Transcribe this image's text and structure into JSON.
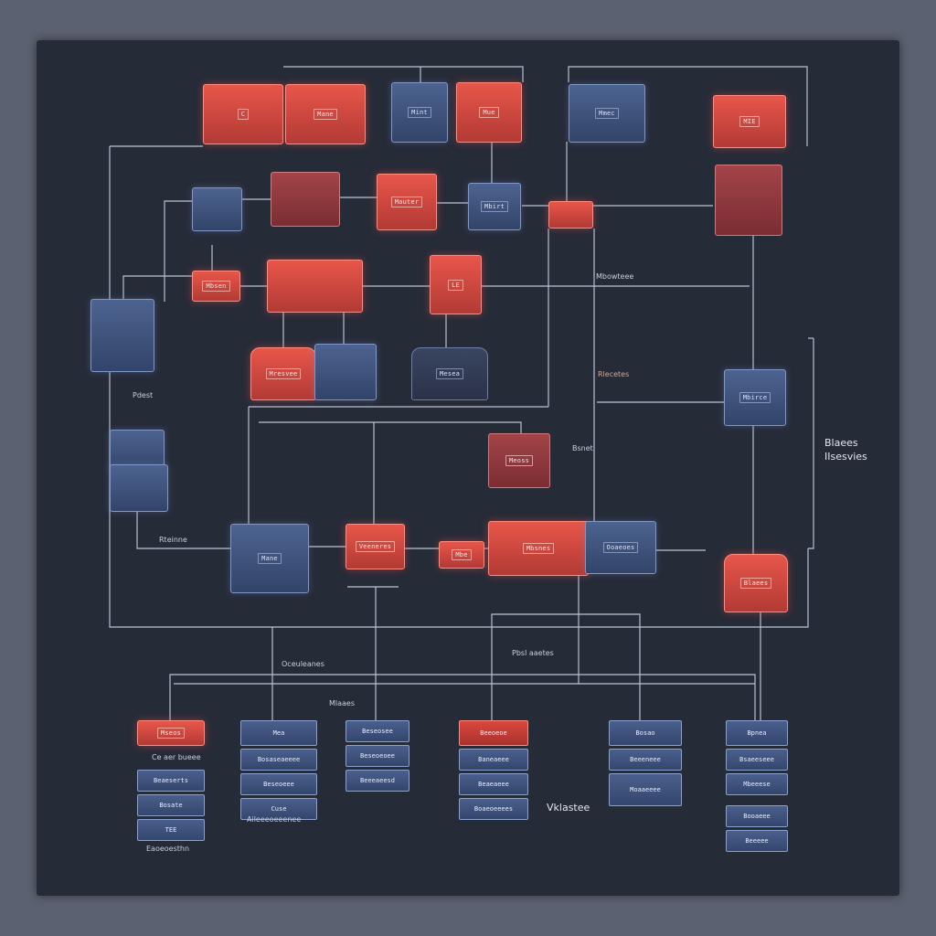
{
  "colors": {
    "background": "#5b6170",
    "panel": "#262b38",
    "red": "#e8564a",
    "blue": "#4d6390",
    "wire": "#b9c2d3"
  },
  "nodes": {
    "n1": "C",
    "n2": "Mane",
    "n3": "Mint",
    "n4": "Mue",
    "n5": "Mmec",
    "n6": "MIE",
    "n7": "",
    "n8": "",
    "n9": "Mauter",
    "n10": "Mbirt",
    "n11": "",
    "n12": "",
    "n13": "LE",
    "n14": "",
    "n15": "Mbsen",
    "n16": "",
    "n17": "Mresvee",
    "n18": "",
    "n19": "Mesea",
    "n20": "Mbirce",
    "n21": "",
    "n22": "Meoss",
    "n23": "",
    "n24": "Mane",
    "n25": "Veeneres",
    "n26": "Mbe"
  },
  "labels": {
    "l1": "Blaees",
    "l2": "Pdest",
    "l3": "Mbowteee",
    "l4": "Rlecetes",
    "l5": "Bsnet",
    "l6": "IIsesvies",
    "l7": "Rteinne",
    "l8": "Oceuleanes",
    "l9": "Pbsl aaetes",
    "l10": "Mlaaes",
    "l11": "Vklastee",
    "l12": "Ce aer bueee",
    "l13": "Eaoeoesthn",
    "l14": "Aileeeoeeenee",
    "l15": "Mbsnes",
    "l16": "Ooaeoes"
  },
  "columns": {
    "c1": [
      "Mseos",
      "Beaeserts",
      "Bosate",
      "TEE"
    ],
    "c2": [
      "Mea",
      "Bosaseaeeee",
      "Beseoeee",
      "Cuse"
    ],
    "c3": [
      "Beseosee",
      "Beseoeoee",
      "Beeeaeesd"
    ],
    "c4": [
      "Beeoeoe",
      "Baneaeee",
      "Beaeaeee",
      "Boaeoeeees"
    ],
    "c5": [
      "Bosao",
      "Beeeneee",
      "Moaaeeee"
    ],
    "c6": [
      "Bpnea",
      "Bsaeeseee",
      "Mbeeese",
      "Booaeee",
      "Beeeee"
    ]
  }
}
